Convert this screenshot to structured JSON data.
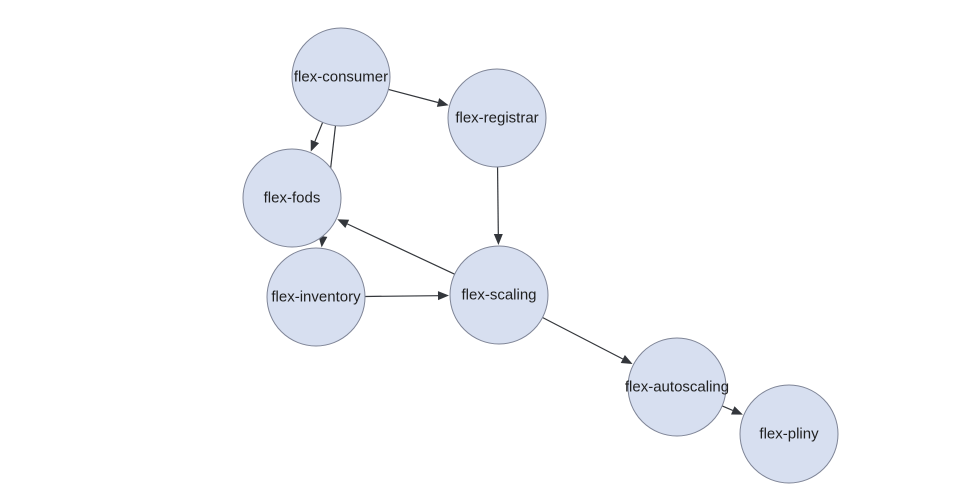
{
  "diagram": {
    "type": "directed-graph",
    "colors": {
      "node_fill": "#d7dff0",
      "node_stroke": "#7f8597",
      "edge": "#33363b",
      "label": "#1f1f1f",
      "background": "#ffffff"
    },
    "nodes": [
      {
        "id": "flex-consumer",
        "label": "flex-consumer"
      },
      {
        "id": "flex-registrar",
        "label": "flex-registrar"
      },
      {
        "id": "flex-fods",
        "label": "flex-fods"
      },
      {
        "id": "flex-inventory",
        "label": "flex-inventory"
      },
      {
        "id": "flex-scaling",
        "label": "flex-scaling"
      },
      {
        "id": "flex-autoscaling",
        "label": "flex-autoscaling"
      },
      {
        "id": "flex-pliny",
        "label": "flex-pliny"
      }
    ],
    "edges": [
      {
        "from": "flex-consumer",
        "to": "flex-registrar"
      },
      {
        "from": "flex-consumer",
        "to": "flex-fods"
      },
      {
        "from": "flex-consumer",
        "to": "flex-inventory"
      },
      {
        "from": "flex-registrar",
        "to": "flex-scaling"
      },
      {
        "from": "flex-inventory",
        "to": "flex-scaling"
      },
      {
        "from": "flex-scaling",
        "to": "flex-fods"
      },
      {
        "from": "flex-scaling",
        "to": "flex-autoscaling"
      },
      {
        "from": "flex-autoscaling",
        "to": "flex-pliny"
      }
    ]
  }
}
